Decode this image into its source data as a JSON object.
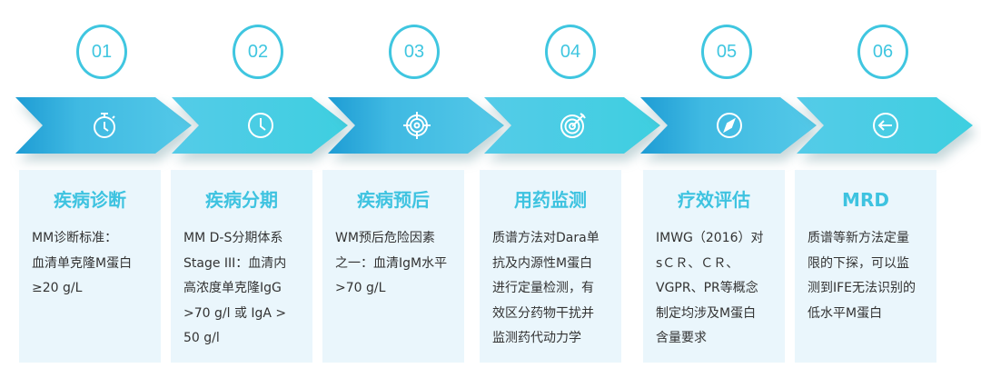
{
  "steps": [
    {
      "num": "01",
      "icon": "stopwatch-icon",
      "title": "疾病诊断",
      "text": "MM诊断标准：\n血清单克隆M蛋白\n≥20 g/L"
    },
    {
      "num": "02",
      "icon": "clock-icon",
      "title": "疾病分期",
      "text": "MM D-S分期体系\nStage III：血清内\n高浓度单克隆IgG\n>70 g/l 或 IgA >\n50 g/l"
    },
    {
      "num": "03",
      "icon": "crosshair-icon",
      "title": "疾病预后",
      "text": "WM预后危险因素\n之一：血清IgM水平\n>70 g/L"
    },
    {
      "num": "04",
      "icon": "target-arrow-icon",
      "title": "用药监测",
      "text": "质谱方法对Dara单\n抗及内源性M蛋白\n进行定量检测，有\n效区分药物干扰并\n监测药代动力学"
    },
    {
      "num": "05",
      "icon": "compass-icon",
      "title": "疗效评估",
      "text": "IMWG（2016）对\nsＣＲ、ＣＲ、\nVGPR、PR等概念\n制定均涉及M蛋白\n含量要求"
    },
    {
      "num": "06",
      "icon": "arrow-left-circle-icon",
      "title": "MRD",
      "text": "质谱等新方法定量\n限的下探，可以监\n测到IFE无法识别的\n低水平M蛋白"
    }
  ]
}
